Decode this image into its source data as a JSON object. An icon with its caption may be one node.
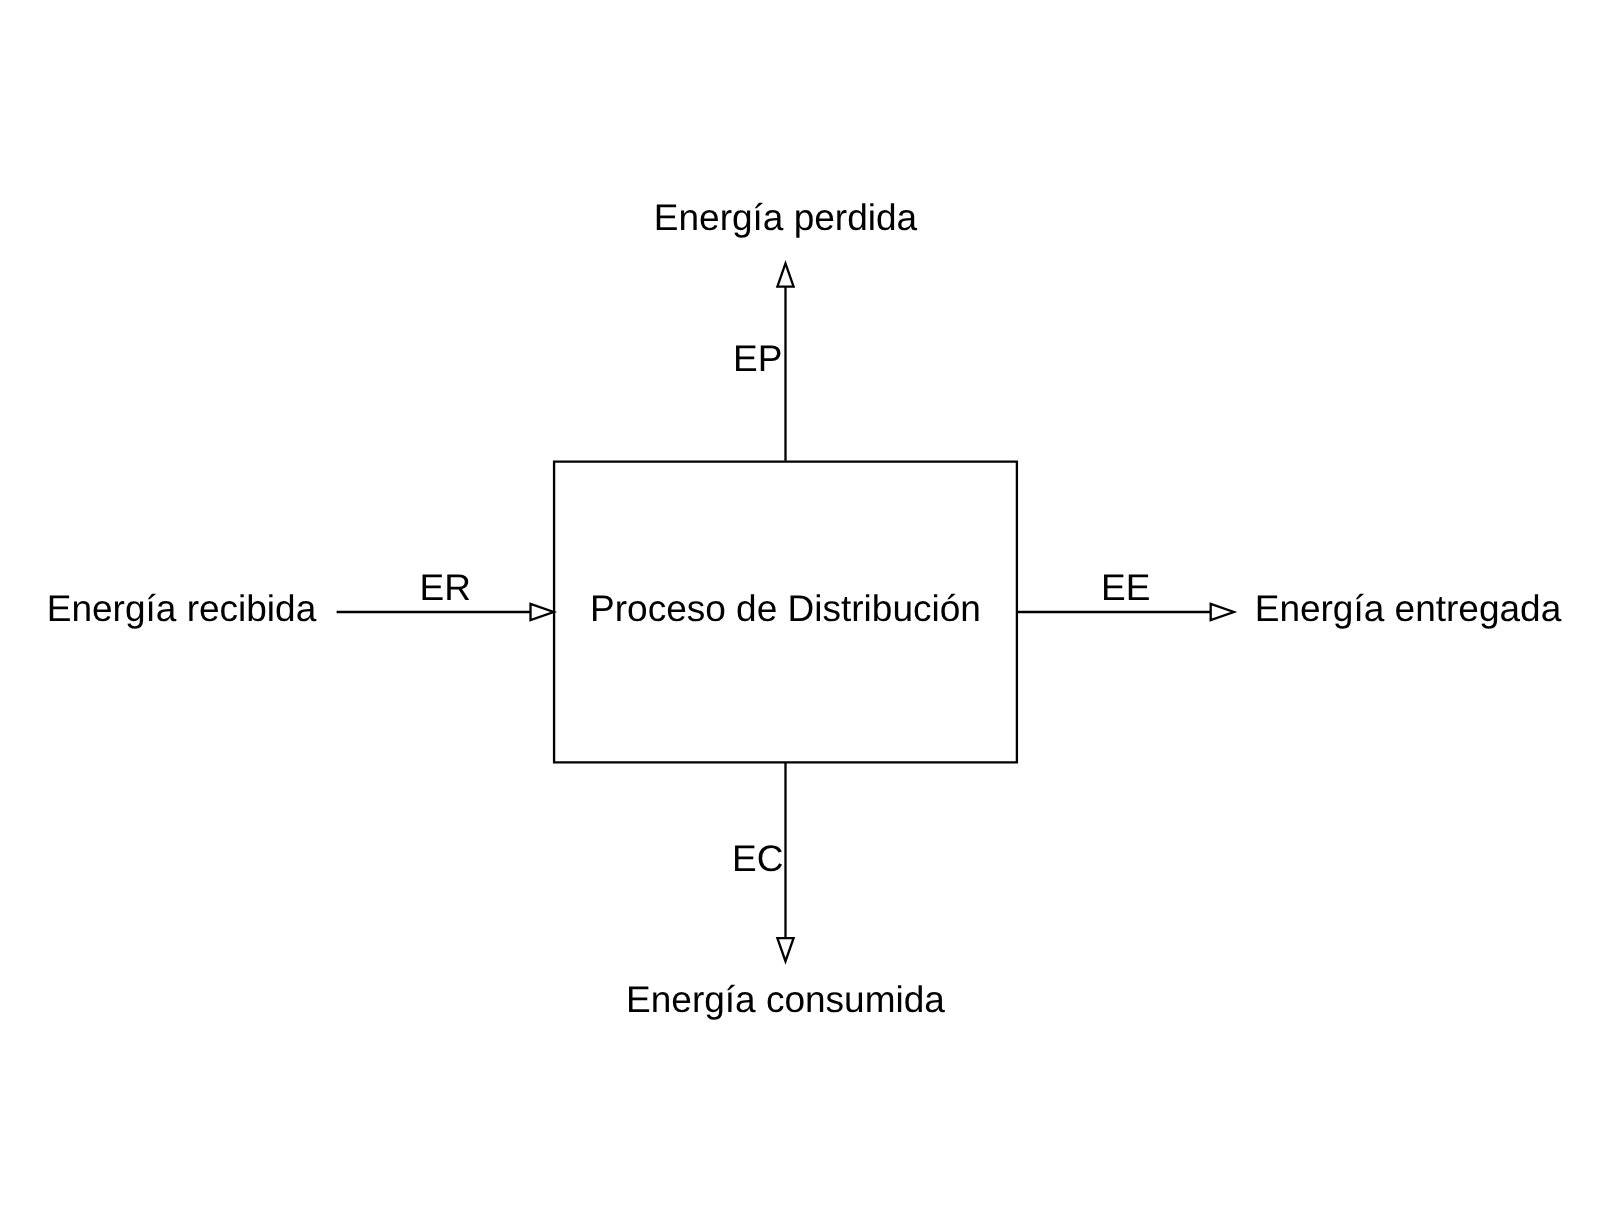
{
  "diagram": {
    "nodes": [
      {
        "text": [
          "Energía perdida"
        ]
      },
      {
        "text": [
          "Energía recibida"
        ]
      },
      {
        "text": [
          "Proceso de Distribución"
        ]
      },
      {
        "text": [
          "Energía entregada"
        ]
      },
      {
        "text": [
          "Energía consumida"
        ]
      }
    ],
    "edges": [
      {
        "from": 1,
        "to": 2,
        "arrow": "to",
        "label": "ER"
      },
      {
        "from": 2,
        "to": 0,
        "arrow": "to",
        "label": "EP"
      },
      {
        "from": 2,
        "to": 3,
        "arrow": "to",
        "label": "EE"
      },
      {
        "from": 2,
        "to": 4,
        "arrow": "to",
        "label": "EC"
      }
    ]
  }
}
